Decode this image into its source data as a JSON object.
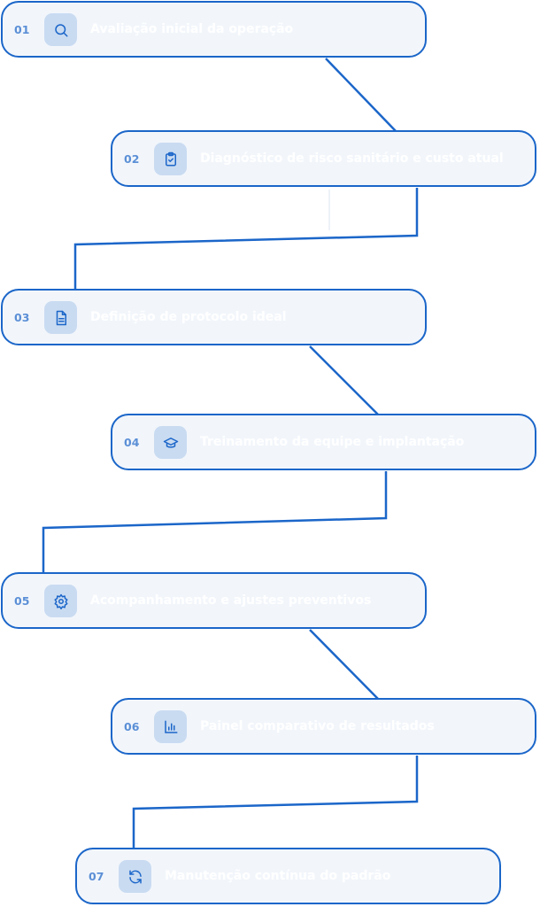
{
  "colors": {
    "accent": "#1b66c9",
    "card_bg": "#f2f6fb",
    "icon_bg": "#c9dbf1",
    "number": "#5b8fd6",
    "label": "#ffffff"
  },
  "steps": [
    {
      "number": "01",
      "icon": "search-icon",
      "label": "Avaliação inicial da operação"
    },
    {
      "number": "02",
      "icon": "clipboard-check-icon",
      "label": "Diagnóstico de risco sanitário e custo atual"
    },
    {
      "number": "03",
      "icon": "document-icon",
      "label": "Definição de protocolo ideal"
    },
    {
      "number": "04",
      "icon": "graduation-cap-icon",
      "label": "Treinamento da equipe e implantação"
    },
    {
      "number": "05",
      "icon": "gear-icon",
      "label": "Acompanhamento e ajustes preventivos"
    },
    {
      "number": "06",
      "icon": "bar-chart-icon",
      "label": "Painel comparativo de resultados"
    },
    {
      "number": "07",
      "icon": "refresh-icon",
      "label": "Manutenção contínua do padrão"
    }
  ]
}
